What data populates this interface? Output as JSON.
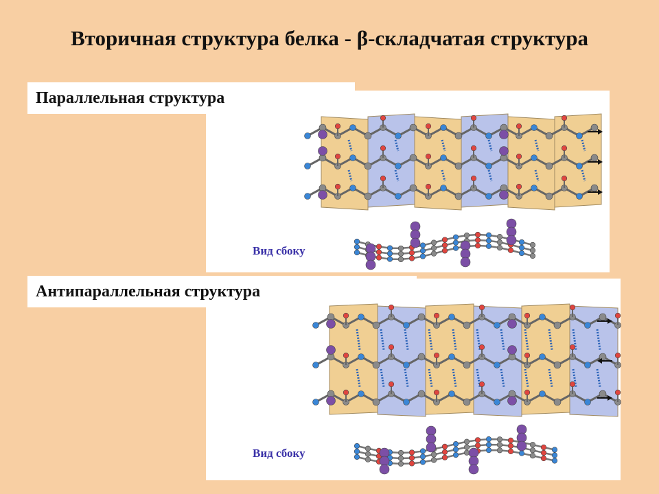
{
  "title": "Вторичная структура белка - β-складчатая структура",
  "parallel": {
    "label": "Параллельная структура",
    "side_view_label": "Вид сбоку",
    "strand_arrows": [
      "right",
      "right",
      "right"
    ]
  },
  "antiparallel": {
    "label": "Антипараллельная структура",
    "side_view_label": "Вид сбоку",
    "strand_arrows": [
      "right",
      "left",
      "right"
    ]
  },
  "colors": {
    "background": "#f8cfa3",
    "sheet_tan": "#f0cf93",
    "sheet_blue": "#b9c3ea",
    "carbon": "#8a8a8a",
    "nitrogen": "#3a86d6",
    "oxygen": "#e0453f",
    "side_chain": "#7c4fa6",
    "hydrogen_bond": "#2a63b8",
    "label_text": "#3b32a8"
  }
}
